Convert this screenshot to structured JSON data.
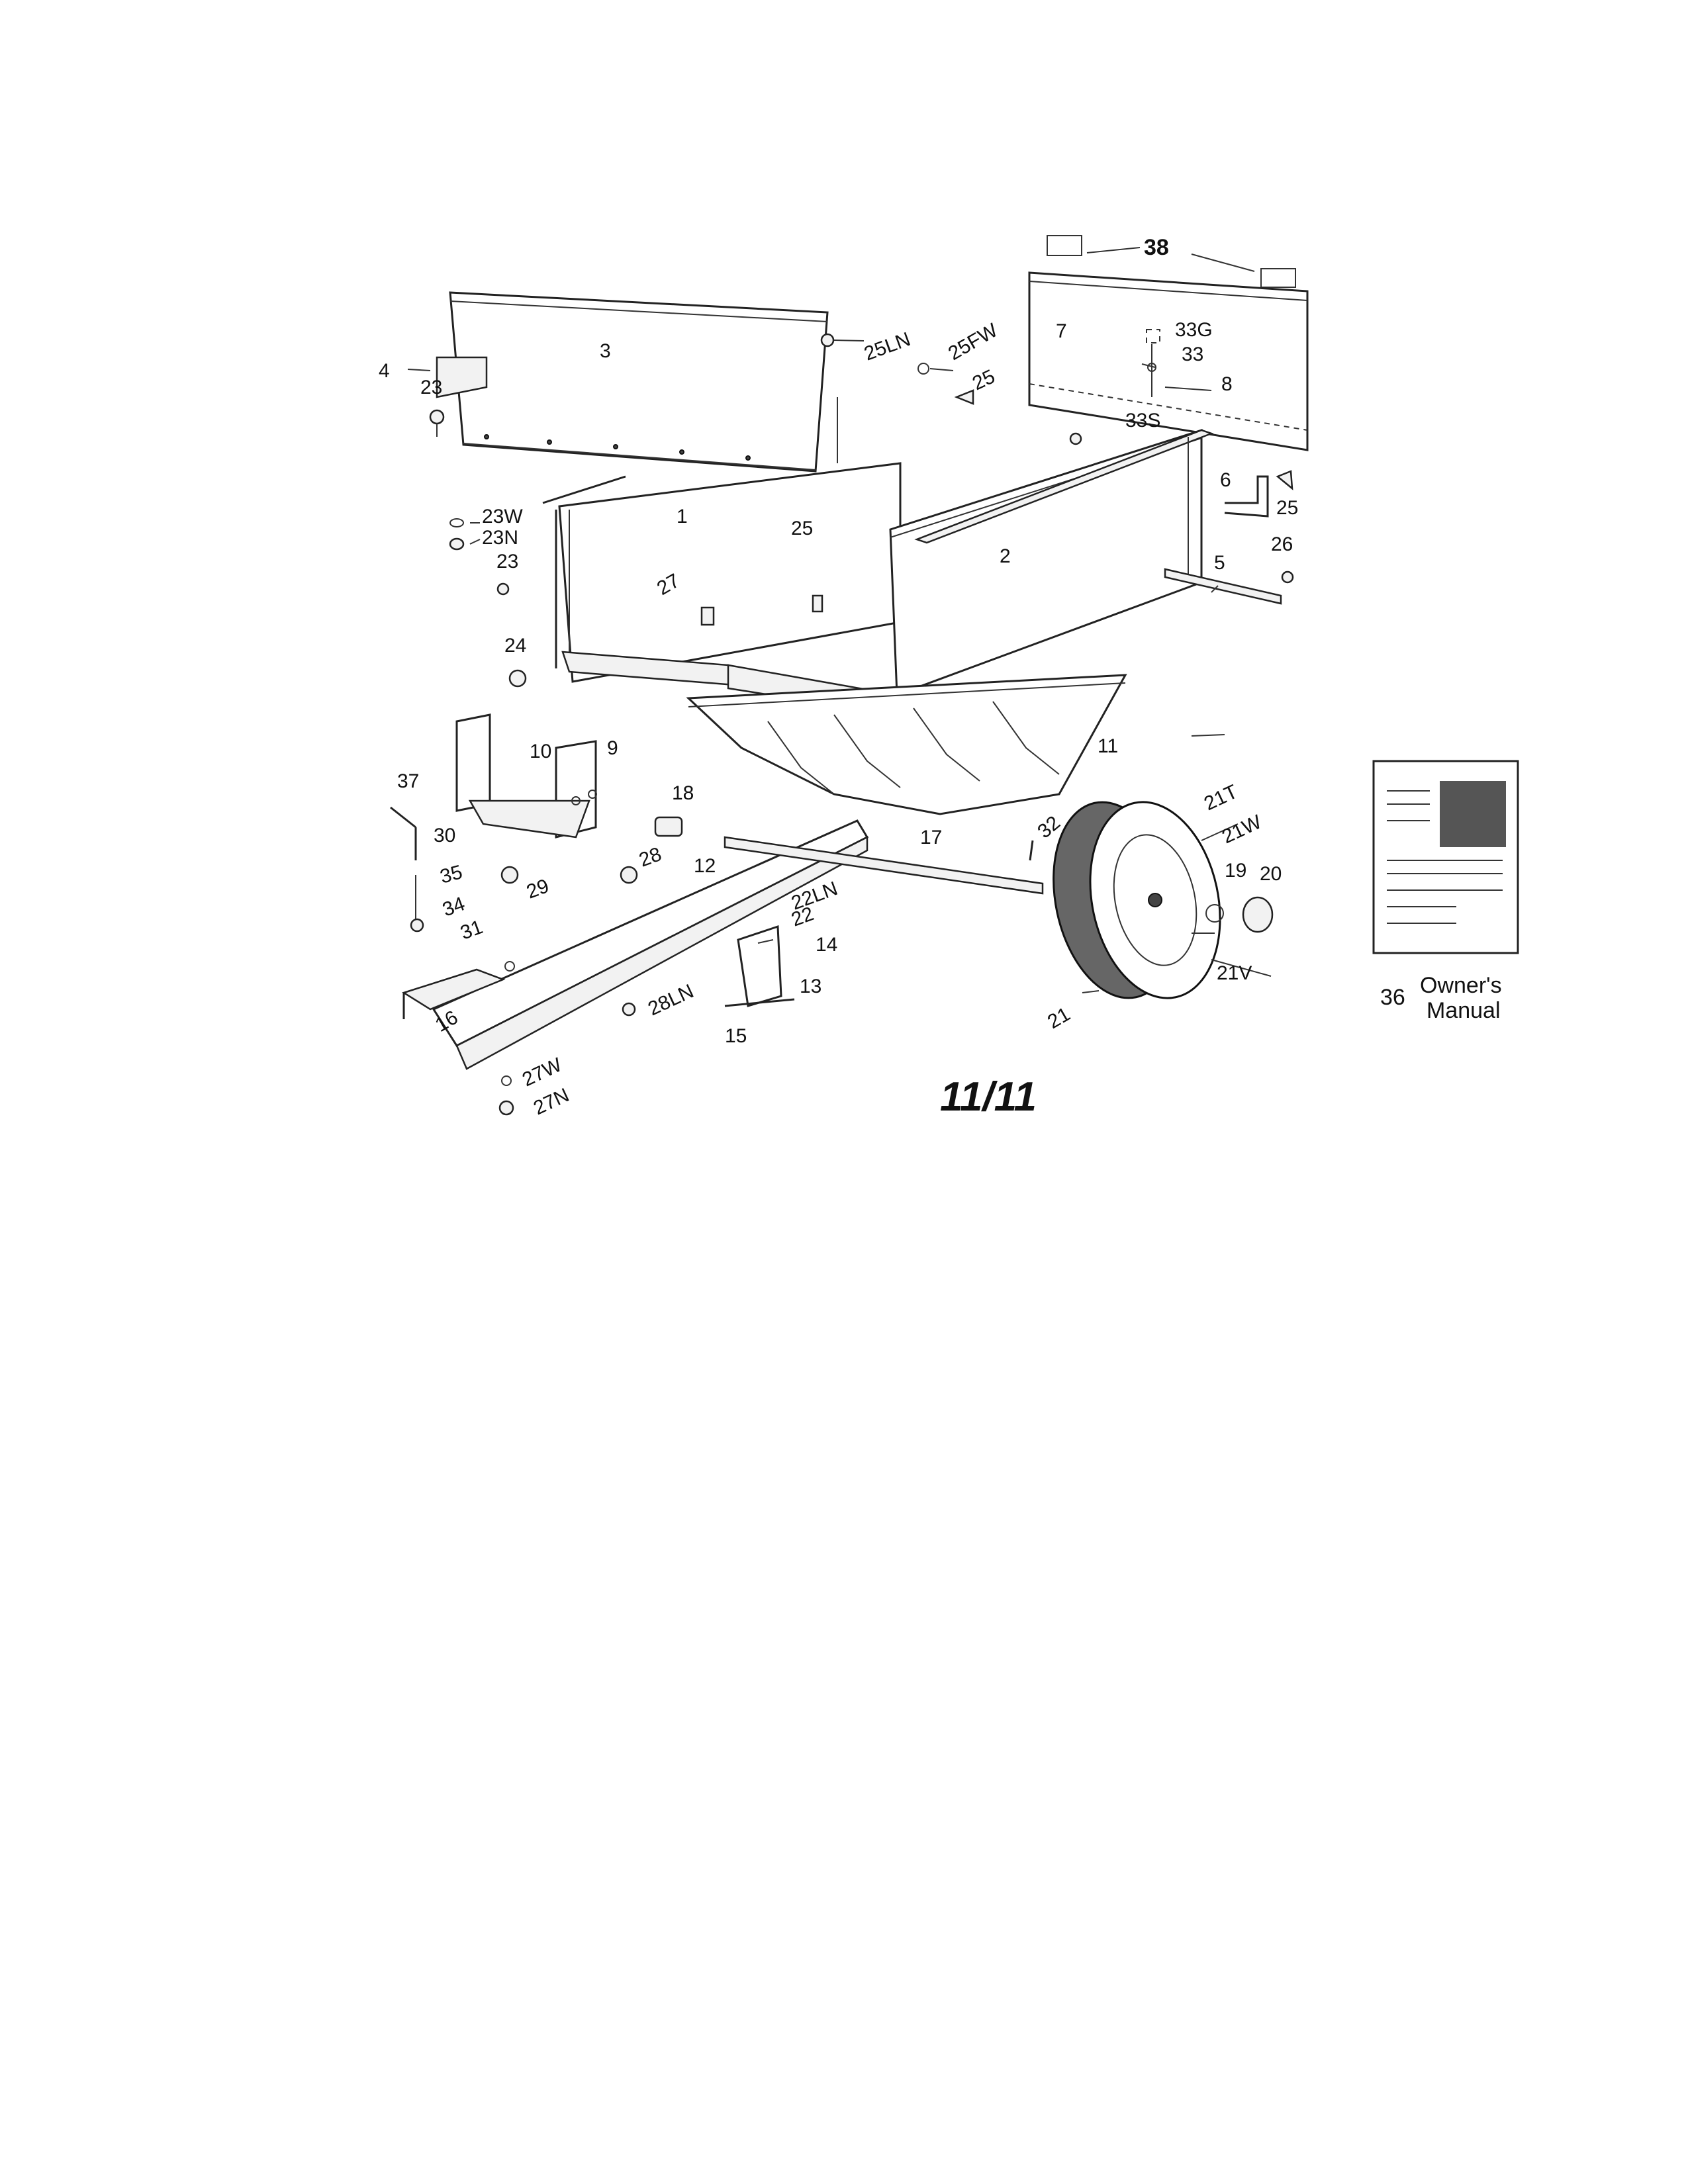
{
  "page": {
    "page_number": "11/11"
  },
  "manual": {
    "item_number": "36",
    "caption_line1": "Owner's",
    "caption_line2": "Manual"
  },
  "parts": {
    "p1": "1",
    "p2": "2",
    "p3": "3",
    "p4": "4",
    "p5": "5",
    "p6": "6",
    "p7": "7",
    "p8": "8",
    "p9": "9",
    "p10": "10",
    "p11": "11",
    "p12": "12",
    "p13": "13",
    "p14": "14",
    "p15": "15",
    "p16": "16",
    "p17": "17",
    "p18": "18",
    "p19": "19",
    "p20": "20",
    "p21": "21",
    "p21T": "21T",
    "p21W": "21W",
    "p21V": "21V",
    "p22": "22",
    "p22LN": "22LN",
    "p23a": "23",
    "p23b": "23",
    "p23W": "23W",
    "p23N": "23N",
    "p24": "24",
    "p25a": "25",
    "p25b": "25",
    "p25c": "25",
    "p25LN": "25LN",
    "p25FW": "25FW",
    "p26": "26",
    "p27": "27",
    "p27W": "27W",
    "p27N": "27N",
    "p28": "28",
    "p28LN": "28LN",
    "p29": "29",
    "p30": "30",
    "p31": "31",
    "p32": "32",
    "p33": "33",
    "p33G": "33G",
    "p33S": "33S",
    "p34": "34",
    "p35": "35",
    "p37": "37",
    "p38": "38"
  }
}
